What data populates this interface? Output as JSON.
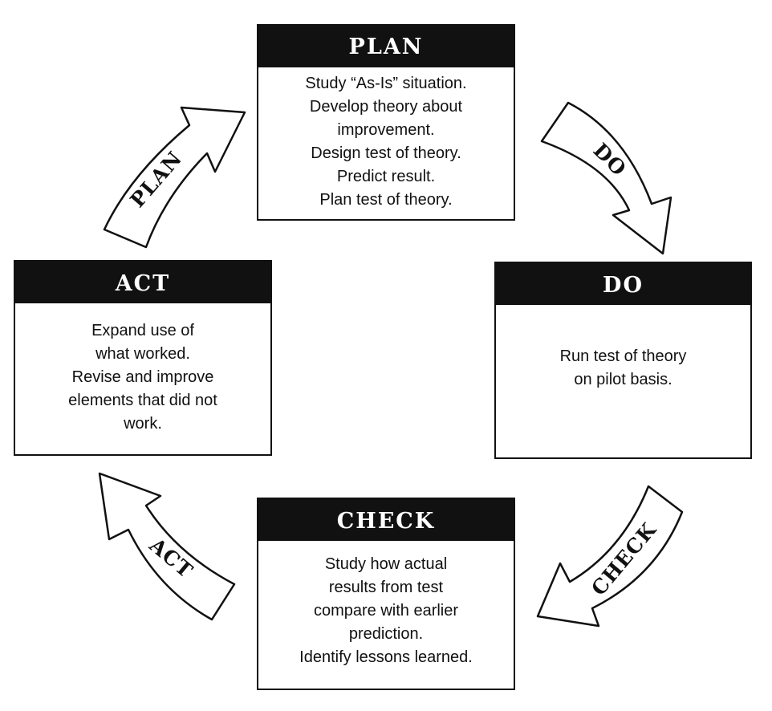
{
  "boxes": {
    "plan": {
      "title": "PLAN",
      "lines": [
        "Study “As-Is” situation.",
        "Develop theory about",
        "improvement.",
        "Design test of theory.",
        "Predict result.",
        "Plan test of theory."
      ]
    },
    "do": {
      "title": "DO",
      "lines": [
        "Run test of theory",
        "on pilot basis."
      ]
    },
    "check": {
      "title": "CHECK",
      "lines": [
        "Study how actual",
        "results from test",
        "compare with earlier",
        "prediction.",
        "Identify lessons learned."
      ]
    },
    "act": {
      "title": "ACT",
      "lines": [
        "Expand use of",
        "what worked.",
        "Revise and improve",
        "elements that did not",
        "work."
      ]
    }
  },
  "arrows": {
    "plan": "PLAN",
    "do": "DO",
    "check": "CHECK",
    "act": "ACT"
  }
}
